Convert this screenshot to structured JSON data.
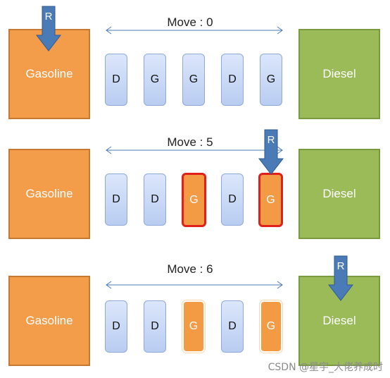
{
  "colors": {
    "gasoline": "#f39c4a",
    "diesel": "#9bbb59",
    "car_blue": "#b9cdf2",
    "car_orange": "#f39a45",
    "highlight_border": "#e0201a",
    "robot": "#4a7bb7"
  },
  "tank_labels": {
    "gasoline": "Gasoline",
    "diesel": "Diesel"
  },
  "robot_label": "R",
  "panels": [
    {
      "move_text": "Move : 0",
      "robot_position": "gasoline",
      "cars": [
        {
          "label": "D",
          "state": "blue"
        },
        {
          "label": "G",
          "state": "blue"
        },
        {
          "label": "G",
          "state": "blue"
        },
        {
          "label": "D",
          "state": "blue"
        },
        {
          "label": "G",
          "state": "blue"
        }
      ]
    },
    {
      "move_text": "Move : 5",
      "robot_position": "car-5",
      "cars": [
        {
          "label": "D",
          "state": "blue"
        },
        {
          "label": "D",
          "state": "blue"
        },
        {
          "label": "G",
          "state": "orange-highlight"
        },
        {
          "label": "D",
          "state": "blue"
        },
        {
          "label": "G",
          "state": "orange-highlight"
        }
      ]
    },
    {
      "move_text": "Move : 6",
      "robot_position": "diesel",
      "cars": [
        {
          "label": "D",
          "state": "blue"
        },
        {
          "label": "D",
          "state": "blue"
        },
        {
          "label": "G",
          "state": "orange"
        },
        {
          "label": "D",
          "state": "blue"
        },
        {
          "label": "G",
          "state": "orange"
        }
      ]
    }
  ],
  "watermark": "CSDN @星宇_大佬养成时"
}
